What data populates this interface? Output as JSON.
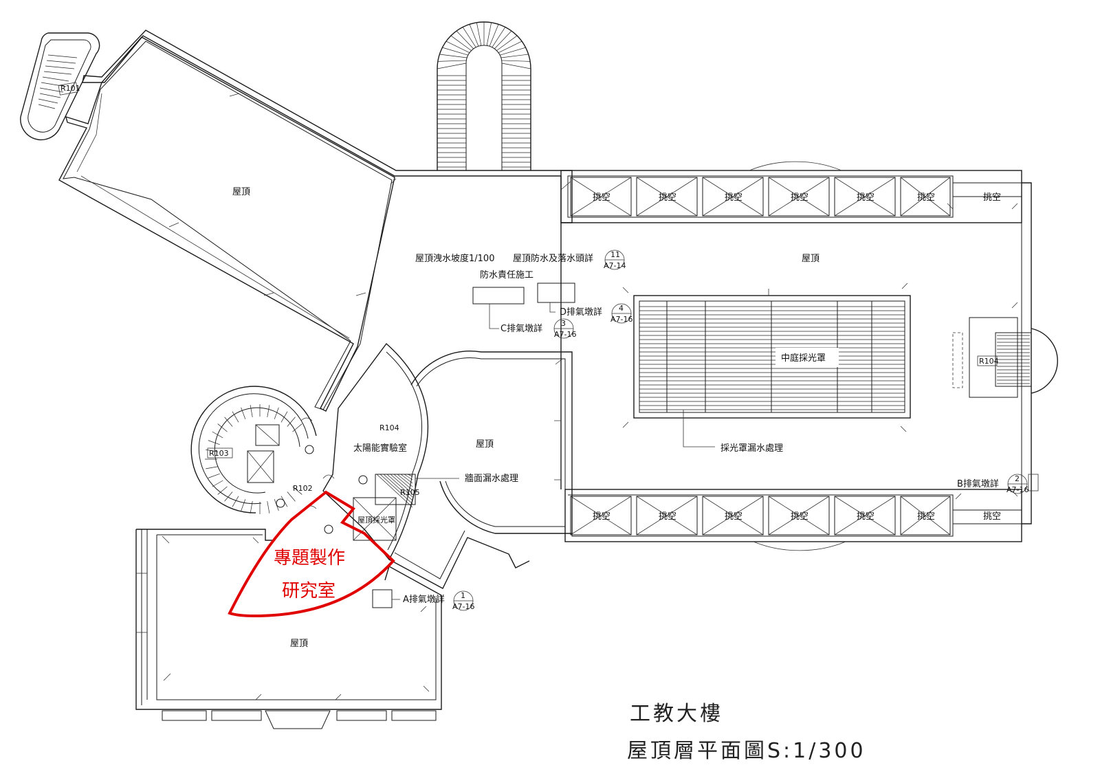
{
  "plan": {
    "title": "工教大樓",
    "subtitle": "屋頂層平面圖S:1/300"
  },
  "labels": {
    "roof_top_left": "屋頂",
    "roof_right": "屋頂",
    "roof_center": "屋頂",
    "roof_bottom": "屋頂",
    "r101": "R101",
    "r103": "R103",
    "r102": "R102",
    "r104": "R104",
    "r104_right": "R104",
    "r105": "R105",
    "solar_lab": "太陽能實驗室",
    "skylight_small": "屋頂採光罩",
    "atrium_skylight": "中庭採光罩",
    "roof_slope_note": "屋頂洩水坡度1/100",
    "roof_waterproof_note": "屋頂防水及落水頭詳",
    "waterproof_resp": "防水責任施工",
    "wall_leak": "牆面漏水處理",
    "skylight_leak": "採光罩漏水處理",
    "exhaust_a": "A排氣墩詳",
    "exhaust_b": "B排氣墩詳",
    "exhaust_c": "C排氣墩詳",
    "exhaust_d": "D排氣墩詳",
    "void": "挑空",
    "ref_1": "1",
    "ref_2": "2",
    "ref_3": "3",
    "ref_4": "4",
    "ref_11": "11",
    "ref_a716": "A7-16",
    "ref_a714": "A7-14"
  },
  "highlight": {
    "line1": "專題製作",
    "line2": "研究室",
    "color": "#e00000"
  }
}
